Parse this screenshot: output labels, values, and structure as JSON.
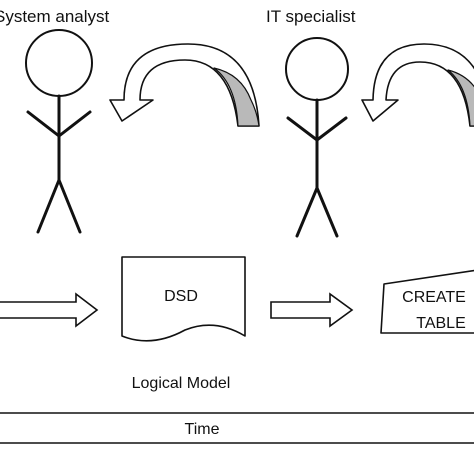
{
  "roles": {
    "analyst": "System analyst",
    "specialist": "IT specialist"
  },
  "artifacts": {
    "document": "DSD",
    "create_table_line1": "CREATE",
    "create_table_line2": "TABLE"
  },
  "captions": {
    "logical_model": "Logical Model"
  },
  "timeline": {
    "label": "Time"
  },
  "colors": {
    "stroke": "#111111",
    "curved_arrow_fill": "#b9b9b9",
    "background": "#ffffff"
  }
}
